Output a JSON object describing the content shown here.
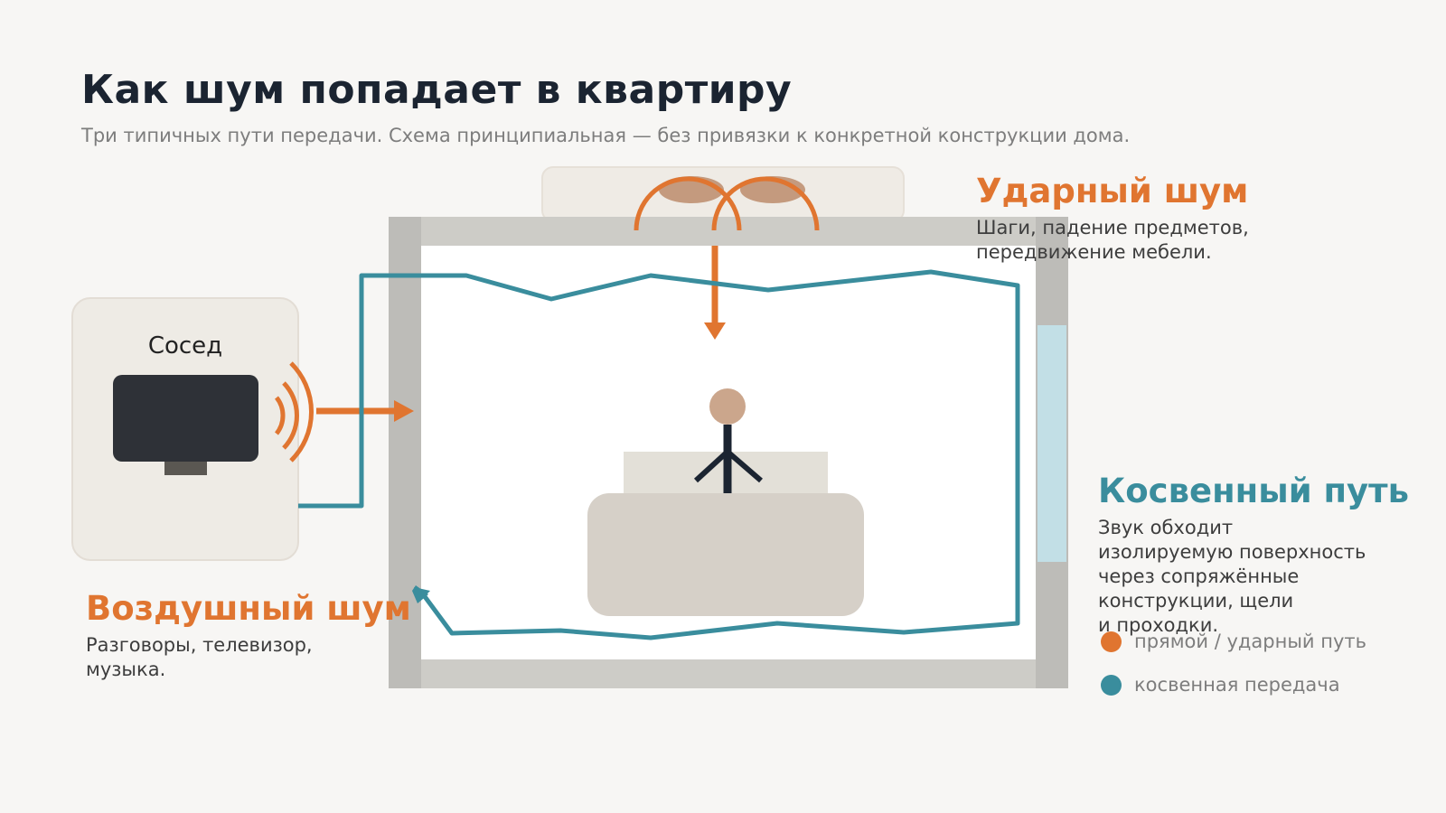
{
  "title": "Как шум попадает в квартиру",
  "subtitle": "Три типичных пути передачи. Схема принципиальная — без привязки к конкретной конструкции дома.",
  "neighbor": {
    "label": "Сосед"
  },
  "impact": {
    "heading": "Ударный шум",
    "lines": [
      "Шаги, падение предметов,",
      "передвижение мебели."
    ]
  },
  "airborne": {
    "heading": "Воздушный шум",
    "lines": [
      "Разговоры, телевизор,",
      "музыка."
    ]
  },
  "flanking": {
    "heading": "Косвенный путь",
    "lines": [
      "Звук обходит",
      "изолируемую поверхность",
      "через сопряжённые",
      "конструкции, щели",
      "и проходки."
    ]
  },
  "legend": [
    {
      "label": "прямой / ударный путь",
      "color": "#e07530"
    },
    {
      "label": "косвенная передача",
      "color": "#3a8d9d"
    }
  ],
  "colors": {
    "direct": "#e07530",
    "flanking": "#3a8d9d",
    "text_dark": "#1b2431"
  }
}
